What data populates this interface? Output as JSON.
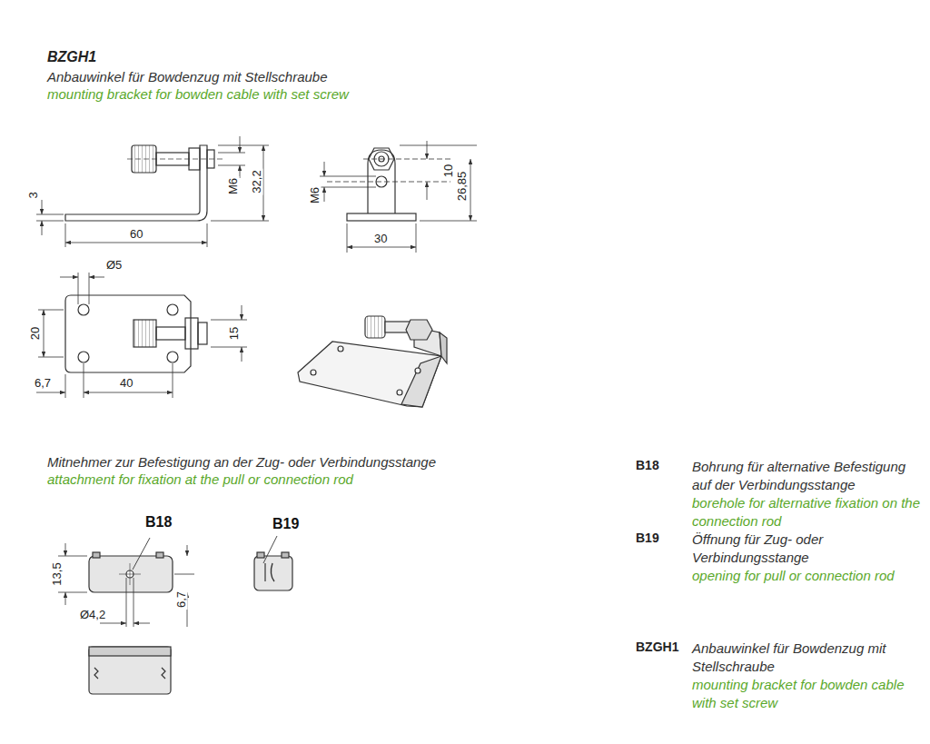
{
  "diagram": {
    "title": "BZGH1",
    "labels": [
      "Anbauwinkel für Bowdenzug mit Stellschraube",
      "mounting bracket for bowden cable with set screw",
      "3",
      "60",
      "M6",
      "32,2",
      "M6",
      "10",
      "26,85",
      "30",
      "Ø5",
      "20",
      "15",
      "6,7",
      "40",
      "Mitnehmer zur Befestigung an der Zug- oder Verbindungsstange",
      "attachment for fixation at the pull or connection rod",
      "B18",
      "B19",
      "13,5",
      "6,7",
      "Ø4,2",
      "B18",
      "Bohrung für alternative Befestigung auf der Verbindungsstange",
      "borehole for alternative fixation on the connection rod",
      "B19",
      "Öffnung für Zug- oder Verbindungsstange",
      "opening for pull or connection rod",
      "BZGH1",
      "Anbauwinkel für Bowdenzug mit Stellschraube",
      "mounting bracket for bowden cable with set screw"
    ]
  }
}
